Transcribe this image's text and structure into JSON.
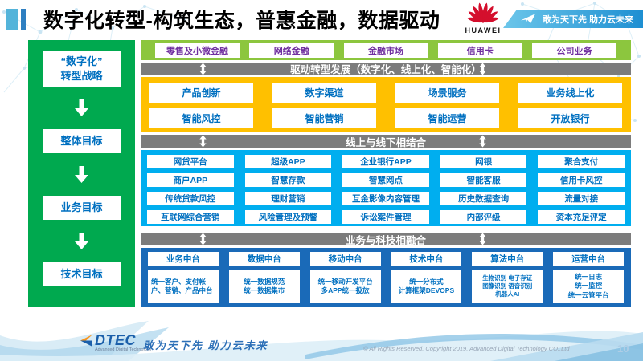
{
  "header": {
    "title": "数字化转型-构筑生态，普惠金融，数据驱动",
    "huawei": {
      "label": "HUAWEI"
    },
    "banner": {
      "tagline": "敢为天下先 助力云未来"
    }
  },
  "sidebar": {
    "items": [
      {
        "label": "“数字化”\n转型战略"
      },
      {
        "label": "整体目标"
      },
      {
        "label": "业务目标"
      },
      {
        "label": "技术目标"
      }
    ]
  },
  "business_lines": [
    "零售及小微金融",
    "网络金融",
    "金融市场",
    "信用卡",
    "公司业务"
  ],
  "banners": {
    "drive": "驱动转型发展（数字化、线上化、智能化）",
    "online_offline": "线上与线下相结合",
    "biz_tech": "业务与科技相融合"
  },
  "transformation": {
    "rows": [
      [
        "产品创新",
        "数字渠道",
        "场景服务",
        "业务线上化"
      ],
      [
        "智能风控",
        "智能营销",
        "智能运营",
        "开放银行"
      ]
    ]
  },
  "channels": {
    "rows": [
      [
        "网贷平台",
        "超级APP",
        "企业银行APP",
        "网银",
        "聚合支付"
      ],
      [
        "商户APP",
        "智慧存款",
        "智慧网点",
        "智能客服",
        "信用卡风控"
      ],
      [
        "传统贷款风控",
        "理财营销",
        "互金影像内容管理",
        "历史数据查询",
        "流量对接"
      ],
      [
        "互联网综合营销",
        "风险管理及预警",
        "诉讼案件管理",
        "内部评级",
        "资本充足评定"
      ]
    ]
  },
  "platforms": [
    {
      "header": "业务中台",
      "content": "统一客户、支付帐户、营销、产品中台"
    },
    {
      "header": "数据中台",
      "content": "统一数据规范\n统一数据集市"
    },
    {
      "header": "移动中台",
      "content": "统一移动开发平台\n多APP统一投放"
    },
    {
      "header": "技术中台",
      "content": "统一分布式\n计算框架DEVOPS"
    },
    {
      "header": "算法中台",
      "content": "生物识别 电子存证\n图像识别 语音识别\n机器人AI"
    },
    {
      "header": "运营中台",
      "content": "统一日志\n统一监控\n统一云管平台"
    }
  ],
  "footer": {
    "logo": "DTEC",
    "logo_subtext": "Advanced Digital Technology",
    "tagline": "敢为天下先   助力云未来",
    "copyright": "© All Rights Reserved. Copyright 2019. Advanced Digital Technology CO.,Ltd",
    "page_number": "10"
  },
  "colors": {
    "sidebar_green": "#00a94f",
    "row_green": "#8cc63e",
    "gold": "#ffc000",
    "gray_banner": "#7c7c7c",
    "light_blue": "#00aeef",
    "dark_blue": "#1a6ab8",
    "box_text_blue": "#0070c0",
    "box_text_purple": "#7030a0",
    "huawei_red": "#d40f2d",
    "banner_blue": "#1e8fd2"
  }
}
